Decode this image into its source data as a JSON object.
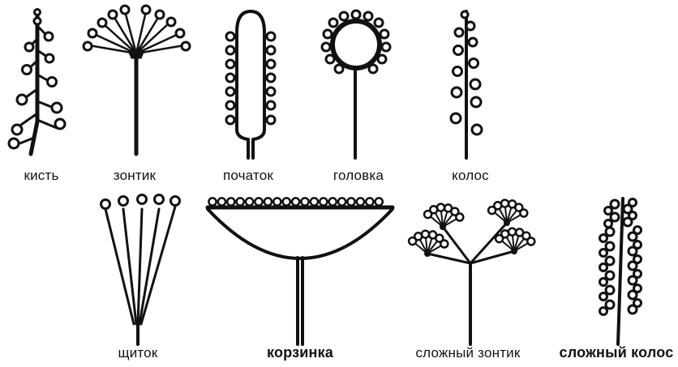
{
  "inflorescences": [
    {
      "id": "raceme",
      "label": "кисть"
    },
    {
      "id": "umbel",
      "label": "зонтик"
    },
    {
      "id": "spadix",
      "label": "початок"
    },
    {
      "id": "head",
      "label": "головка"
    },
    {
      "id": "spike",
      "label": "колос"
    },
    {
      "id": "corymb",
      "label": "щиток"
    },
    {
      "id": "capitulum",
      "label": "корзинка"
    },
    {
      "id": "compound-umbel",
      "label": "сложный зонтик"
    },
    {
      "id": "compound-spike",
      "label": "сложный колос"
    }
  ]
}
